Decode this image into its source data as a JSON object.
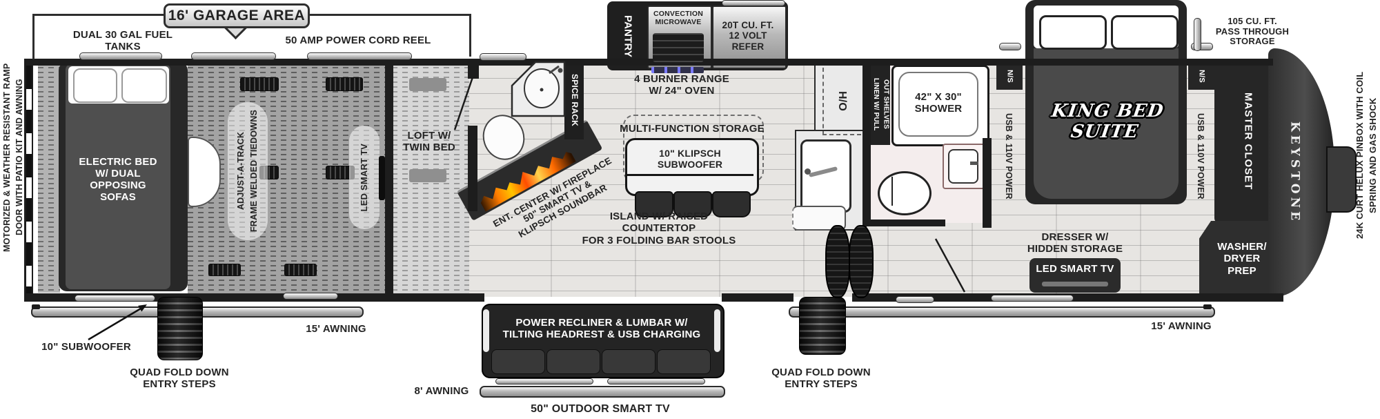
{
  "top": {
    "garage_area_badge": "16' GARAGE AREA",
    "fuel_tanks": "DUAL 30 GAL FUEL TANKS",
    "power_cord_reel": "50 AMP POWER CORD REEL",
    "pass_through_storage": "105 CU. FT.\nPASS THROUGH\nSTORAGE"
  },
  "left_side": {
    "ramp_door_note": "MOTORIZED & WEATHER RESISTANT RAMP\nDOOR WITH PATIO KIT AND AWNING"
  },
  "right_side": {
    "pinbox_note": "24K CURT HELUX PINBOX WITH COIL\nSPRING AND GAS SHOCK"
  },
  "garage": {
    "electric_bed": "ELECTRIC BED\nW/ DUAL\nOPPOSING\nSOFAS",
    "tiedowns": "ADJUST-A-TRACK\nFRAME WELDED TIEDOWNS",
    "led_smart_tv": "LED SMART TV",
    "loft": "LOFT W/\nTWIN BED"
  },
  "kitchen": {
    "spice_rack": "SPICE RACK",
    "pantry": "PANTRY",
    "convection_microwave": "CONVECTION\nMICROWAVE",
    "refer": "20T CU. FT.\n12 VOLT\nREFER",
    "range": "4 BURNER RANGE\nW/ 24\" OVEN",
    "multi_function_storage": "MULTI-FUNCTION STORAGE",
    "subwoofer": "10\" KLIPSCH SUBWOOFER",
    "island": "ISLAND W/ RAISED COUNTERTOP\nFOR 3 FOLDING BAR STOOLS",
    "ent_center": "ENT. CENTER W/ FIREPLACE\n50\" SMART TV &\nKLIPSCH SOUNDBAR",
    "hutch": "H/O"
  },
  "bath": {
    "linen": "LINEN W/ PULL\nOUT SHELVES",
    "shower": "42\" X 30\"\nSHOWER"
  },
  "bedroom": {
    "king_bed": "KING BED\nSUITE",
    "nightstand_left": "N/S",
    "nightstand_right": "N/S",
    "usb_power_left": "USB & 110V POWER",
    "usb_power_right": "USB & 110V POWER",
    "dresser": "DRESSER W/\nHIDDEN STORAGE",
    "led_smart_tv": "LED SMART TV",
    "master_closet": "MASTER CLOSET",
    "washer_dryer": "WASHER/\nDRYER\nPREP"
  },
  "exterior": {
    "subwoofer": "10\" SUBWOOFER",
    "entry_steps_left": "QUAD FOLD DOWN\nENTRY STEPS",
    "entry_steps_right": "QUAD FOLD DOWN\nENTRY STEPS",
    "awning_left": "15' AWNING",
    "awning_right": "15' AWNING",
    "awning_door": "8' AWNING",
    "sofa": "POWER RECLINER & LUMBAR W/\nTILTING HEADREST & USB CHARGING",
    "outdoor_tv": "50\" OUTDOOR SMART TV"
  },
  "brand": "KEYSTONE",
  "colors": {
    "wall": "#1d1d1d",
    "dark_furniture": "#2b2b2b",
    "flame": "#ff7300",
    "floor_light": "#e7e5e2",
    "garage_floor": "#a3a3a3"
  }
}
